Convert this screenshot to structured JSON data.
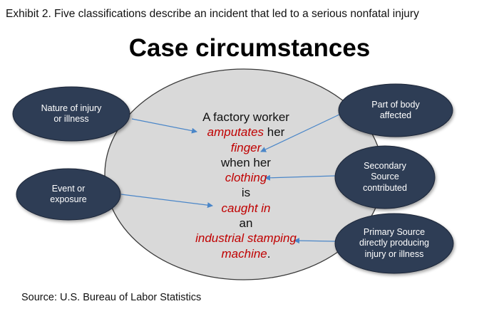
{
  "exhibit_title": "Exhibit 2. Five classifications describe an incident that led to a serious nonfatal injury",
  "main_title": "Case circumstances",
  "colors": {
    "center_ellipse_fill": "#d9d9d9",
    "node_fill": "#2f3d55",
    "node_text": "#ffffff",
    "highlight_text": "#c00000",
    "arrow": "#4a86c8"
  },
  "center_text": {
    "line1": "A factory worker",
    "line2_highlight": "amputates",
    "line2_plain": " her",
    "line3_highlight": "finger",
    "line4": "when her",
    "line5_highlight": "clothing",
    "line6": "is",
    "line7_highlight": "caught in",
    "line8": "an",
    "line9_highlight": "industrial stamping",
    "line10_highlight": "machine",
    "line10_plain": "."
  },
  "nodes": {
    "nature": "Nature of injury\nor illness",
    "event": "Event or\nexposure",
    "part": "Part of body\naffected",
    "secondary": "Secondary\nSource\ncontributed",
    "primary": "Primary Source\ndirectly producing\ninjury or illness"
  },
  "source": "Source: U.S. Bureau of Labor Statistics"
}
